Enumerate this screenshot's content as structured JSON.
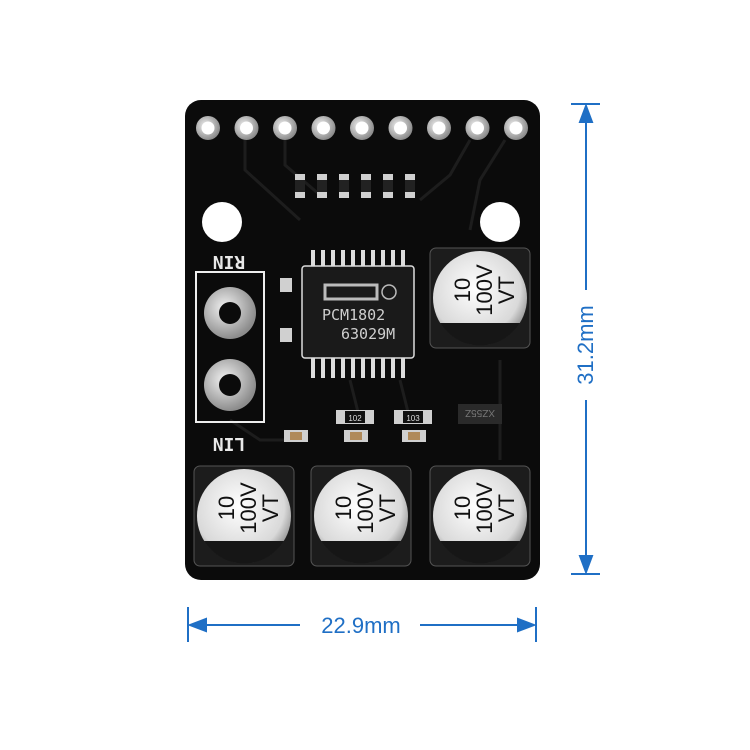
{
  "board": {
    "chip_part": "PCM1802",
    "chip_code": "63029M",
    "label_right_in": "RIN",
    "label_left_in": "LIN",
    "resistor_label_1": "102",
    "resistor_label_2": "103",
    "regulator_marking": "XZ55Z",
    "capacitor": {
      "line1": "10",
      "line2": "100V",
      "line3": "VT"
    },
    "pin_count": 9
  },
  "dimensions": {
    "height_label": "31.2mm",
    "width_label": "22.9mm"
  },
  "colors": {
    "board": "#0b0b0b",
    "dimension": "#1f6fc5",
    "pad": "#d8d8d8"
  }
}
